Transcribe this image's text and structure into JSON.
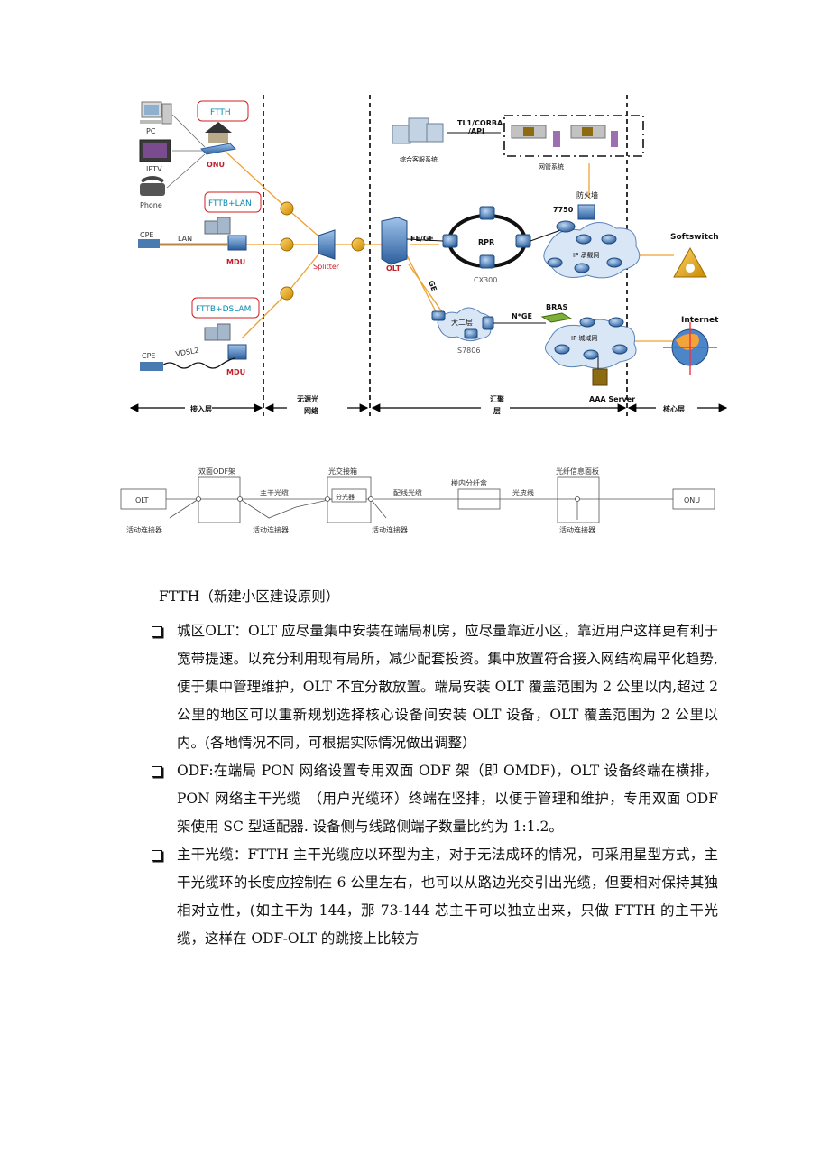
{
  "network_diagram": {
    "clients": {
      "pc": "PC",
      "iptv": "IPTV",
      "phone": "Phone",
      "cpe1": "CPE",
      "cpe2": "CPE"
    },
    "callouts": {
      "ftth": "FTTH",
      "fttb_lan": "FTTB+LAN",
      "fttb_dslam": "FTTB+DSLAM"
    },
    "devices": {
      "onu": "ONU",
      "mdu1": "MDU",
      "mdu2": "MDU",
      "splitter": "Splitter",
      "olt": "OLT",
      "rpr": "RPR",
      "cx300": "CX300",
      "big_l2": "大二层",
      "s7806": "S7806",
      "r7750": "7750",
      "firewall": "防火墙",
      "ip_bearer": "IP 承载网",
      "bras": "BRAS",
      "ip_metro": "IP 城域网",
      "aaa": "AAA Server",
      "softswitch": "Softswitch",
      "internet": "Internet",
      "support_system": "综合客服系统",
      "nms": "网管系统"
    },
    "links": {
      "lan": "LAN",
      "vdsl2": "VDSL2",
      "fe_ge": "FE/GE",
      "ge": "GE",
      "nge": "N*GE",
      "tl1": "TL1/CORBA\n/API"
    },
    "layers": {
      "access": "接入层",
      "pon": "无源光\n网络",
      "aggregation": "汇聚\n层",
      "core": "核心层"
    }
  },
  "odf_diagram": {
    "olt": "OLT",
    "odf": "双面ODF架",
    "trunk": "主干光缆",
    "cross_box": "光交接箱",
    "splitter": "分光器",
    "distribution": "配线光缆",
    "floor_fiber": "楼内分纤盒",
    "drop": "光皮线",
    "panel": "光纤信息面板",
    "onu": "ONU",
    "connector": "活动连接器"
  },
  "heading": "FTTH（新建小区建设原则）",
  "bullets": [
    "城区OLT：OLT 应尽量集中安装在端局机房，应尽量靠近小区，靠近用户这样更有利于宽带提速。以充分利用现有局所，减少配套投资。集中放置符合接入网结构扁平化趋势,便于集中管理维护，OLT 不宜分散放置。端局安装 OLT 覆盖范围为 2 公里以内,超过 2 公里的地区可以重新规划选择核心设备间安装 OLT 设备，OLT 覆盖范围为 2 公里以内。(各地情况不同，可根据实际情况做出调整）",
    "ODF:在端局 PON 网络设置专用双面 ODF 架（即 OMDF)，OLT 设备终端在横排，PON 网络主干光缆　（用户光缆环）终端在竖排，以便于管理和维护，专用双面 ODF 架使用 SC 型适配器. 设备侧与线路侧端子数量比约为 1:1.2。",
    "主干光缆：FTTH 主干光缆应以环型为主，对于无法成环的情况，可采用星型方式，主干光缆环的长度应控制在 6 公里左右，也可以从路边光交引出光缆，但要相对保持其独相对立性，(如主干为 144，那 73-144 芯主干可以独立出来，只做 FTTH 的主干光缆，这样在 ODF-OLT 的跳接上比较方"
  ]
}
